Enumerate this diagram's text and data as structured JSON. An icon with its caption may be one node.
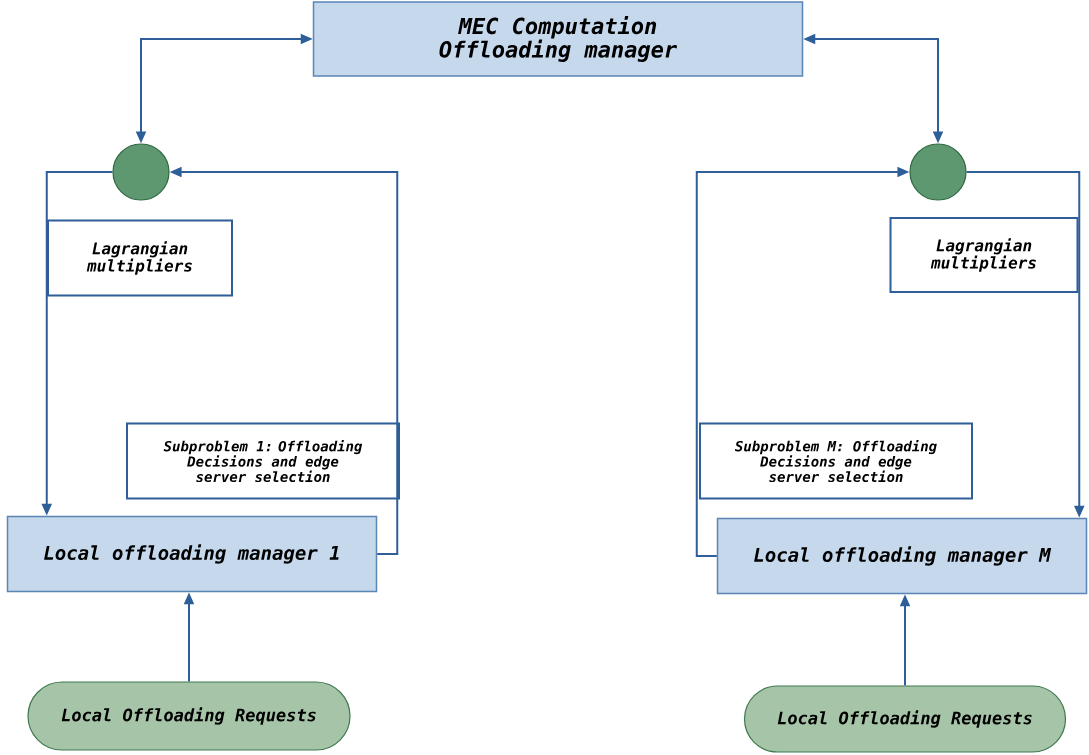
{
  "diagram": {
    "nodes": [
      {
        "text": [
          "MEC Computation Offloading manager"
        ]
      },
      {
        "text": [],
        "shape": "circle"
      },
      {
        "text": [],
        "shape": "circle"
      },
      {
        "text": [
          "Lagrangian multipliers"
        ]
      },
      {
        "text": [
          "Lagrangian multipliers"
        ]
      },
      {
        "text": [
          "Subproblem 1: Offloading Decisions and edge server selection"
        ]
      },
      {
        "text": [
          "Subproblem M: Offloading Decisions and edge server selection"
        ]
      },
      {
        "text": [
          "Local offloading manager 1"
        ]
      },
      {
        "text": [
          "Local offloading manager M"
        ]
      },
      {
        "text": [
          "Local Offloading Requests"
        ]
      },
      {
        "text": [
          "Local Offloading Requests"
        ]
      }
    ],
    "edges": [
      {
        "from": 0,
        "to": 1,
        "arrow": "both"
      },
      {
        "from": 0,
        "to": 2,
        "arrow": "both"
      },
      {
        "from": 1,
        "to": 7,
        "arrow": "to"
      },
      {
        "from": 7,
        "to": 1,
        "arrow": "to"
      },
      {
        "from": 2,
        "to": 8,
        "arrow": "to"
      },
      {
        "from": 8,
        "to": 2,
        "arrow": "to"
      },
      {
        "from": 9,
        "to": 7,
        "arrow": "to"
      },
      {
        "from": 10,
        "to": 8,
        "arrow": "to"
      }
    ]
  }
}
